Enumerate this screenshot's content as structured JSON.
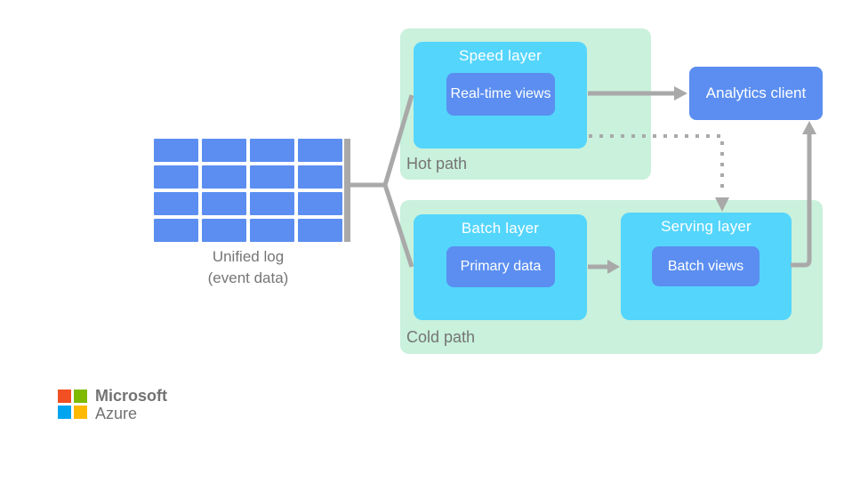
{
  "colors": {
    "blue": "#5B8EF0",
    "cyan": "#54D5FC",
    "green": "#C9F1DC",
    "gray_line": "#A9A9A9",
    "gray_text": "#757575",
    "logo_red": "#F25022",
    "logo_green": "#7FBA00",
    "logo_blue": "#00A4EF",
    "logo_yellow": "#FFB900",
    "logo_text": "#737373"
  },
  "diagram": {
    "unified_log": {
      "rows": 4,
      "cols": 4,
      "caption_line1": "Unified log",
      "caption_line2": "(event data)"
    },
    "hot_path": {
      "label": "Hot path",
      "speed_layer": {
        "title": "Speed layer",
        "inner_label": "Real-time views"
      }
    },
    "cold_path": {
      "label": "Cold path",
      "batch_layer": {
        "title": "Batch layer",
        "inner_label": "Primary data"
      },
      "serving_layer": {
        "title": "Serving layer",
        "inner_label": "Batch views"
      }
    },
    "analytics_client": {
      "label": "Analytics client"
    }
  },
  "branding": {
    "company": "Microsoft",
    "product": "Azure"
  }
}
